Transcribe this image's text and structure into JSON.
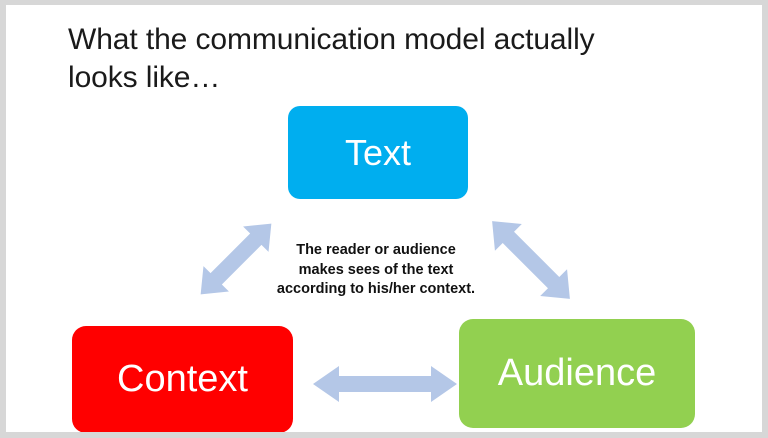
{
  "slide": {
    "title": "What the communication model actually looks like…",
    "background_color": "#ffffff",
    "frame_color": "#d7d7d7"
  },
  "diagram": {
    "type": "triangle-cycle",
    "caption": "The reader or audience makes sees of the text according to his/her context.",
    "nodes": [
      {
        "id": "text",
        "label": "Text",
        "color": "#00AEEF",
        "text_color": "#ffffff",
        "position": "top"
      },
      {
        "id": "context",
        "label": "Context",
        "color": "#FF0000",
        "text_color": "#ffffff",
        "position": "bottom-left"
      },
      {
        "id": "audience",
        "label": "Audience",
        "color": "#92D050",
        "text_color": "#ffffff",
        "position": "bottom-right"
      }
    ],
    "connectors": [
      {
        "id": "text-context",
        "from": "Text",
        "to": "Context",
        "style": "double-headed",
        "color": "#B4C7E7",
        "orientation": "diagonal-down-left"
      },
      {
        "id": "text-audience",
        "from": "Text",
        "to": "Audience",
        "style": "double-headed",
        "color": "#B4C7E7",
        "orientation": "diagonal-down-right"
      },
      {
        "id": "context-audience",
        "from": "Context",
        "to": "Audience",
        "style": "double-headed",
        "color": "#B4C7E7",
        "orientation": "horizontal"
      }
    ]
  }
}
